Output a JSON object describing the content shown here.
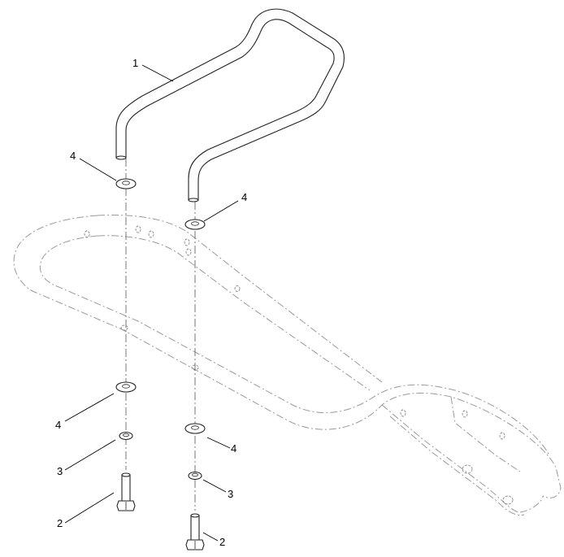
{
  "callouts": [
    {
      "id": "c1",
      "label": "1"
    },
    {
      "id": "c2a",
      "label": "2"
    },
    {
      "id": "c2b",
      "label": "2"
    },
    {
      "id": "c3a",
      "label": "3"
    },
    {
      "id": "c3b",
      "label": "3"
    },
    {
      "id": "c4a",
      "label": "4"
    },
    {
      "id": "c4b",
      "label": "4"
    },
    {
      "id": "c4c",
      "label": "4"
    },
    {
      "id": "c4d",
      "label": "4"
    }
  ]
}
